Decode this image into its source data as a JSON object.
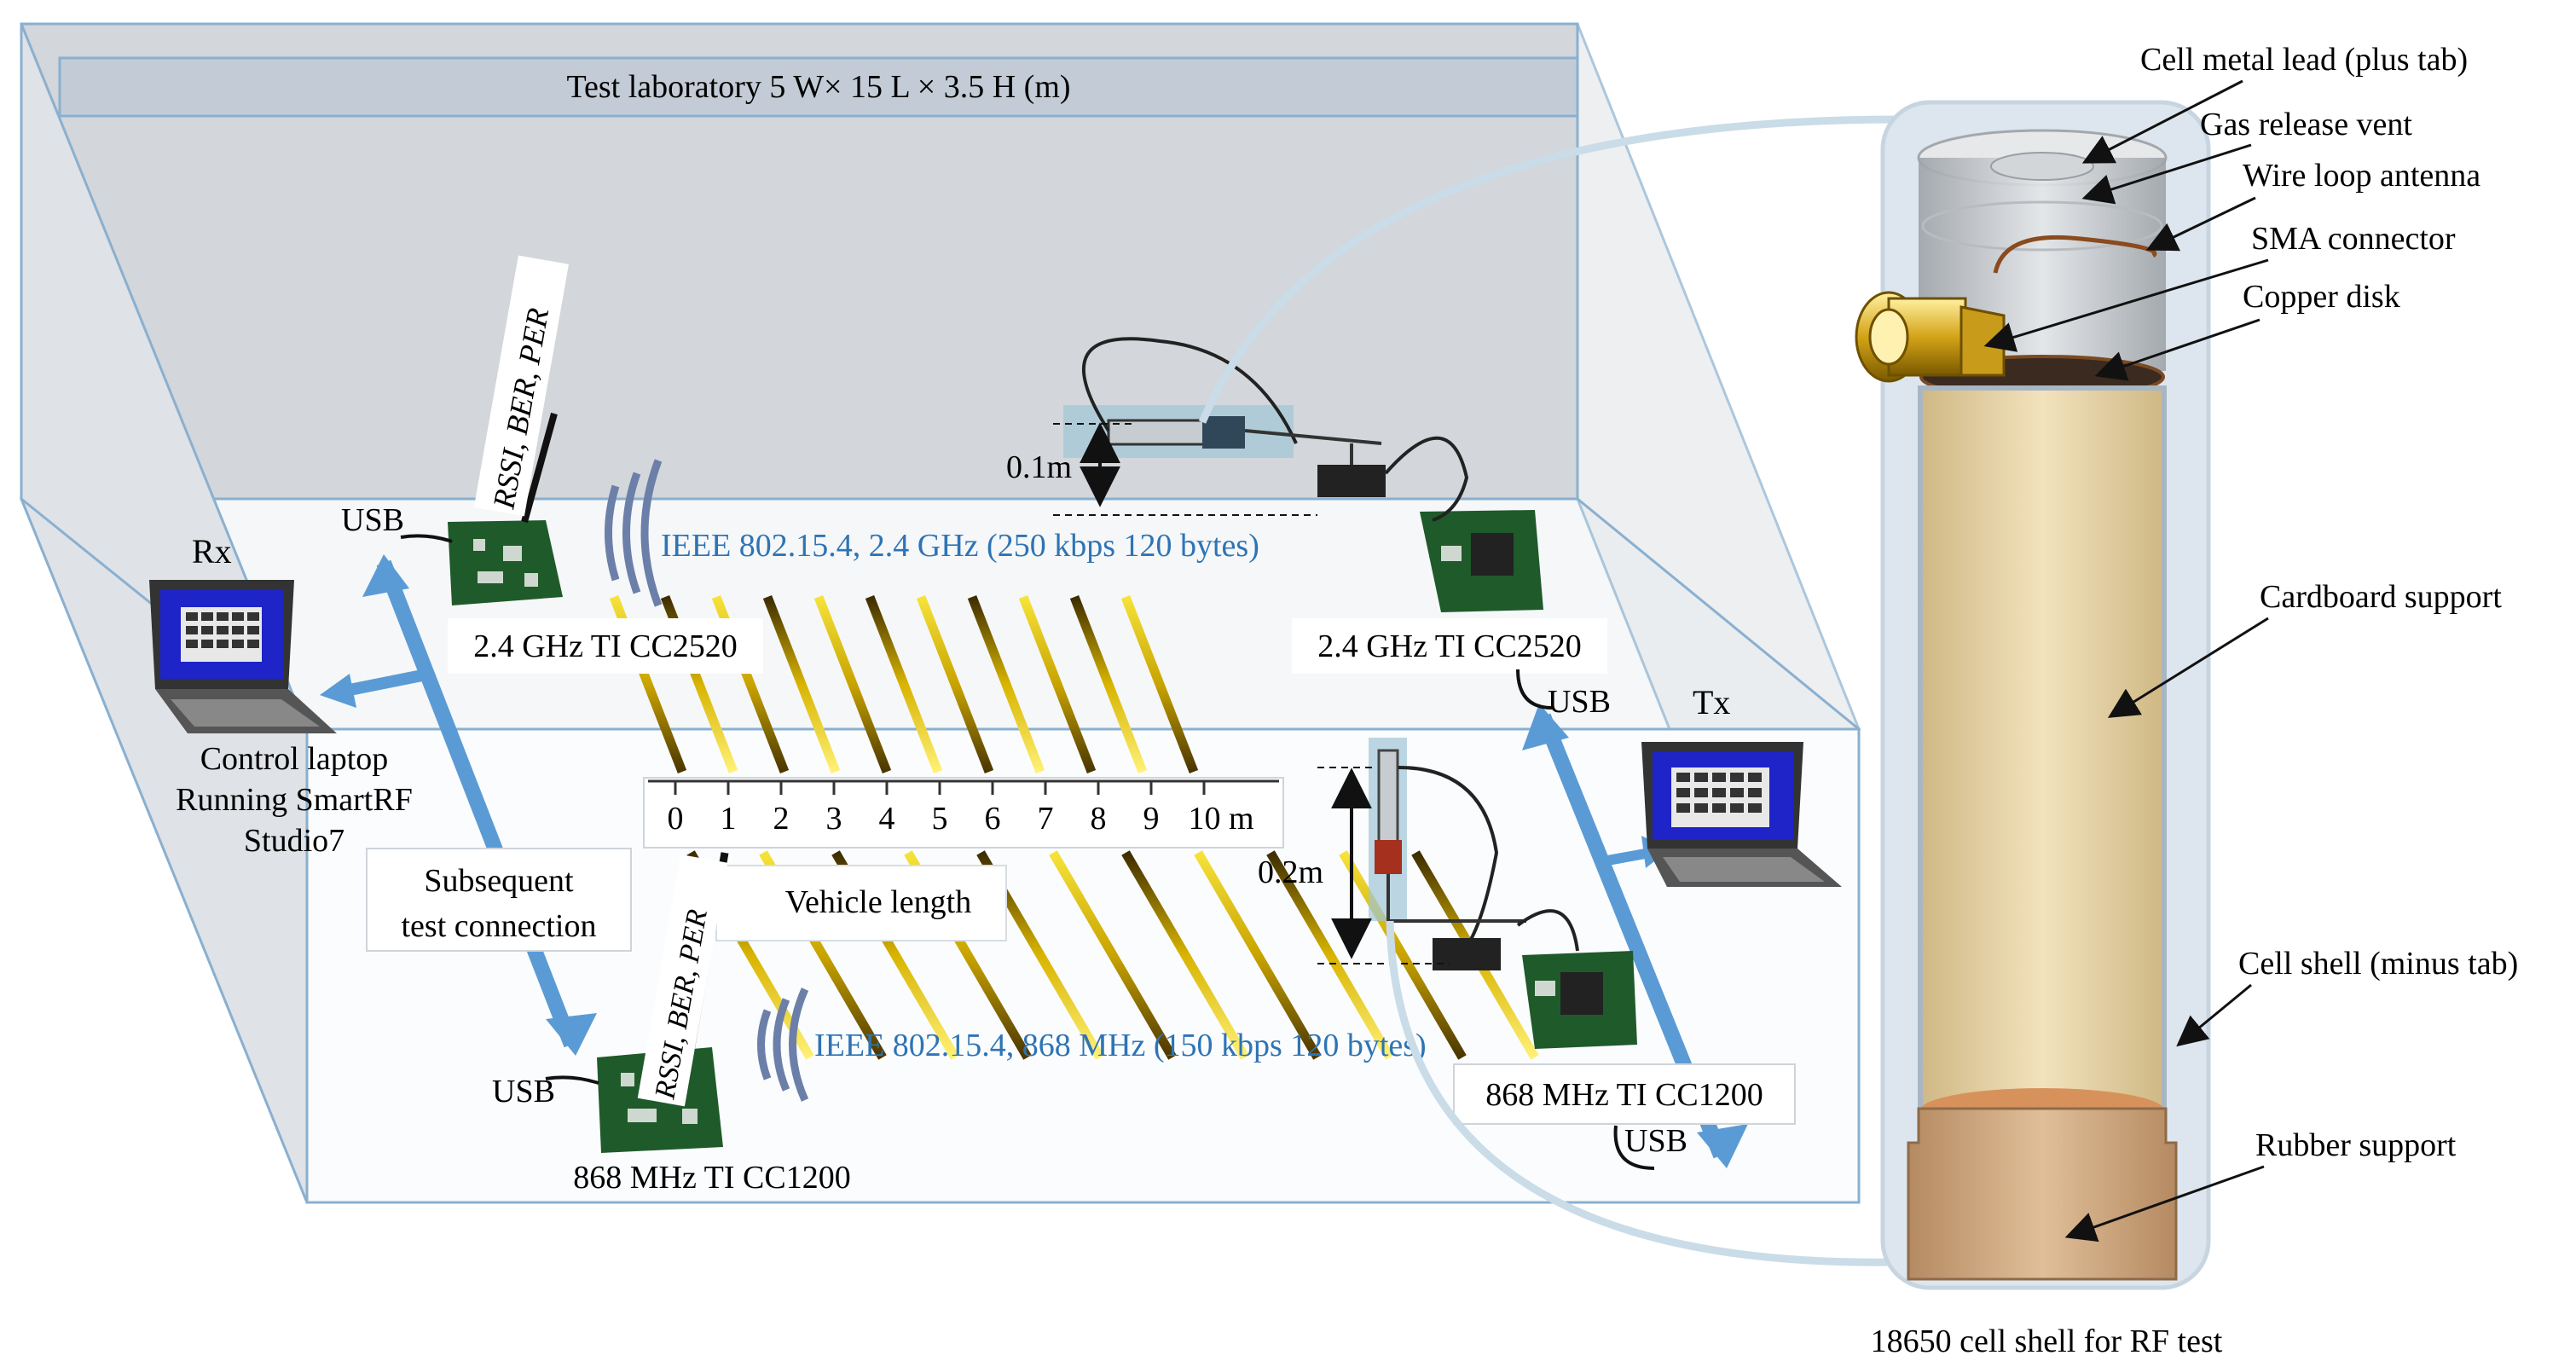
{
  "lab_title": "Test laboratory 5 W× 15 L × 3.5 H (m)",
  "rx": {
    "label": "Rx",
    "laptop_caption": [
      "Control laptop",
      "Running SmartRF",
      "Studio7"
    ],
    "usb_top": "USB",
    "usb_bottom": "USB",
    "metrics_top": "RSSI, BER, PER",
    "metrics_bottom": "RSSI, BER, PER",
    "board_top": "2.4 GHz TI CC2520",
    "board_bottom": "868 MHz TI CC1200"
  },
  "tx": {
    "label": "Tx",
    "usb_top": "USB",
    "usb_bottom": "USB",
    "board_top": "2.4 GHz TI CC2520",
    "board_bottom": "868 MHz TI CC1200"
  },
  "links": {
    "top": "IEEE  802.15.4, 2.4 GHz (250 kbps 120 bytes)",
    "bottom": "IEEE  802.15.4, 868 MHz (150 kbps 120 bytes)"
  },
  "heights": {
    "top": "0.1m",
    "bottom": "0.2m"
  },
  "scale": {
    "ticks": [
      "0",
      "1",
      "2",
      "3",
      "4",
      "5",
      "6",
      "7",
      "8",
      "9",
      "10 m"
    ]
  },
  "vehicle_length": "Vehicle length",
  "subsequent": [
    "Subsequent",
    "test connection"
  ],
  "cell": {
    "caption": "18650 cell shell for RF test",
    "parts": [
      "Cell metal lead (plus tab)",
      "Gas release vent",
      "Wire loop antenna",
      "SMA connector",
      "Copper disk",
      "Cardboard support",
      "Cell shell (minus tab)",
      "Rubber support"
    ]
  },
  "colors": {
    "accent_blue": "#5b9bd5",
    "link_text": "#2e74b5",
    "box_face": "#d0d4da",
    "cell_fill": "#e8d4a8",
    "rubber": "#c9a07a",
    "board_green": "#1f5a2a"
  }
}
